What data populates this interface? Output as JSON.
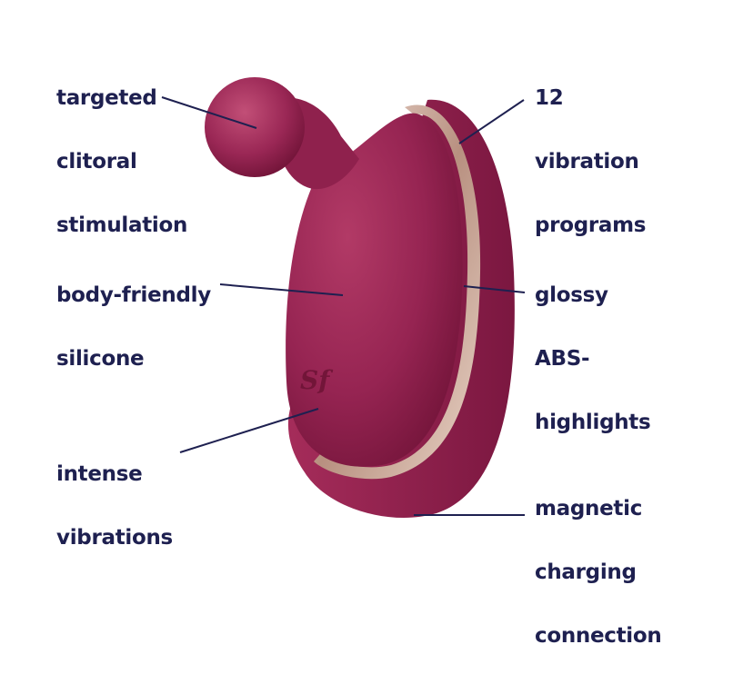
{
  "diagram": {
    "product_color": "#8e1d48",
    "highlight_color": "#c9a89a",
    "text_color": "#1e2050",
    "logo_text": "Sf",
    "callouts": {
      "tl": {
        "lines": [
          "targeted",
          "clitoral",
          "stimulation"
        ]
      },
      "ml": {
        "lines": [
          "body-friendly",
          "silicone"
        ]
      },
      "bl": {
        "lines": [
          "intense",
          "vibrations"
        ]
      },
      "tr": {
        "lines": [
          "12",
          "vibration",
          "programs"
        ]
      },
      "mr": {
        "lines": [
          "glossy",
          "ABS-",
          "highlights"
        ]
      },
      "br": {
        "lines": [
          "magnetic",
          "charging",
          "connection"
        ]
      }
    }
  }
}
